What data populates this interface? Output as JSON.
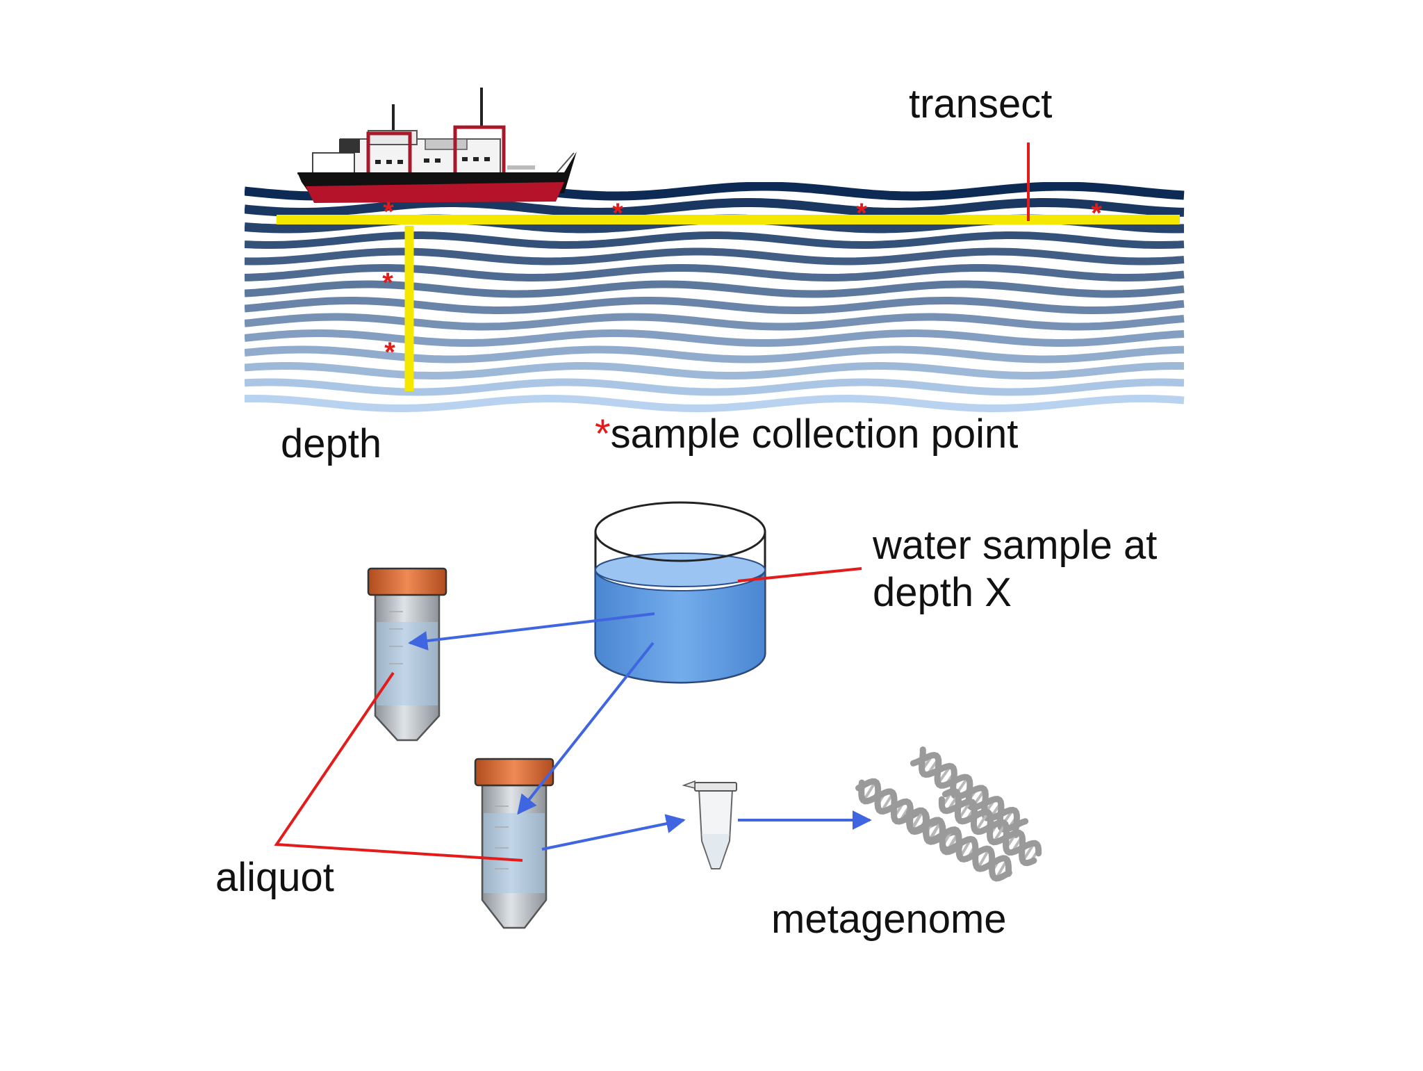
{
  "labels": {
    "transect": "transect",
    "depth": "depth",
    "legend_star": "*",
    "legend_text": "sample collection point",
    "water_sample_line1": "water sample at",
    "water_sample_line2": "depth X",
    "aliquot": "aliquot",
    "metagenome": "metagenome"
  },
  "icons": {
    "ship": "research-ship",
    "ocean": "ocean-waves",
    "beaker": "beaker-with-water",
    "tube": "centrifuge-tube",
    "microtube": "microcentrifuge-tube",
    "dna": "dna-helix"
  },
  "colors": {
    "transect_line": "#f5e800",
    "annotation_red": "#e31b1b",
    "arrow_blue": "#3f66e0",
    "water_blue": "#5b9be0",
    "tube_cap": "#d8652f",
    "wave_dark": "#0d2a55",
    "wave_light": "#b8d2f0"
  }
}
